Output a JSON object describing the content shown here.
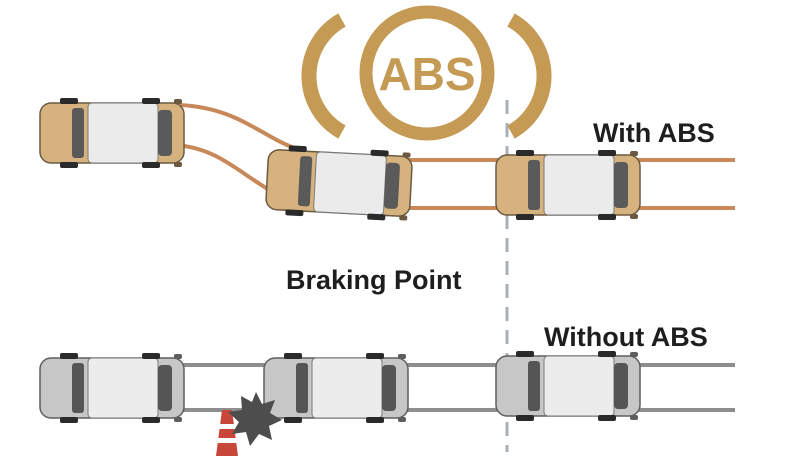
{
  "badge": {
    "text": "ABS"
  },
  "labels": {
    "with_abs": "With ABS",
    "braking_point": "Braking Point",
    "without_abs": "Without ABS"
  },
  "colors": {
    "abs_gold": "#c49a55",
    "car_tan": "#d6b27e",
    "car_gray": "#c7c7c7",
    "track_brown": "#c8895a",
    "track_gray": "#8e8e8e",
    "dash_line": "#a9b0b6",
    "text": "#1e1e1e",
    "cone_red": "#c8463a"
  }
}
